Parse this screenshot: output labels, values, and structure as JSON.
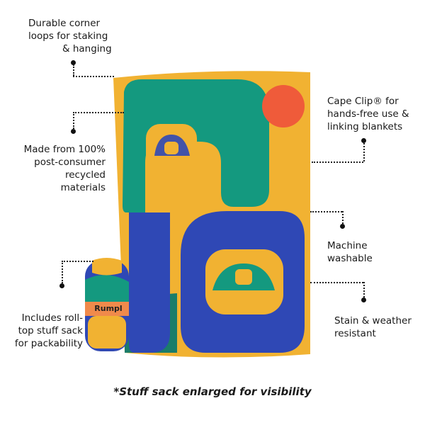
{
  "callouts": {
    "corner_loops": [
      "Durable corner",
      "loops for staking",
      "& hanging"
    ],
    "recycled": [
      "Made from 100%",
      "post-consumer",
      "recycled",
      "materials"
    ],
    "stuff_sack": [
      "Includes roll-",
      "top stuff sack",
      "for packability"
    ],
    "cape_clip": [
      "Cape Clip® for",
      "hands-free use &",
      "linking blankets"
    ],
    "washable": [
      "Machine",
      "washable"
    ],
    "stain": [
      "Stain & weather",
      "resistant"
    ]
  },
  "product": {
    "brand_mark": "Rumpl"
  },
  "caption": "*Stuff sack enlarged for visibility",
  "colors": {
    "blanket_yellow": "#f1b232",
    "teal": "#14997f",
    "blue": "#2f48b5",
    "sun": "#ef5b3a",
    "dark_teal": "#0f6b5c",
    "sack_orange": "#f08a4b"
  }
}
